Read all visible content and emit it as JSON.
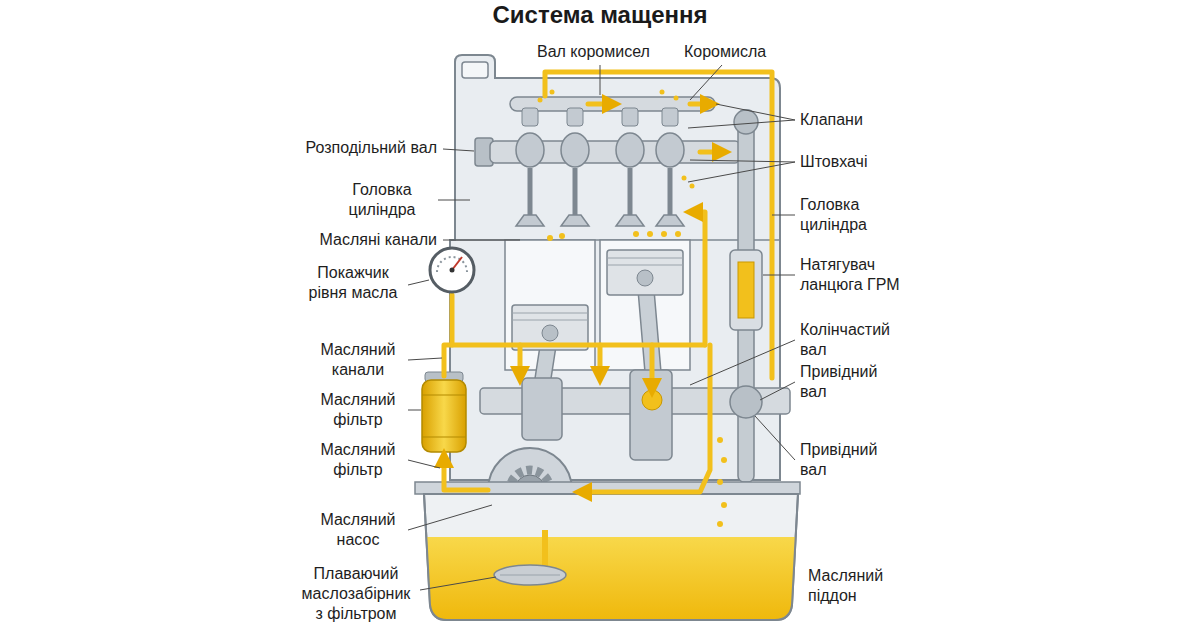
{
  "diagram": {
    "title": "Система мащення",
    "labels": [
      "Вал коромисел",
      "Коромисла",
      "Розподільний вал",
      "Головка циліндра",
      "Масляні канали",
      "Покажчик рівня масла",
      "Масляний канали",
      "Масляний фільтр",
      "Масляний фільтр",
      "Масляний насос",
      "Плаваючий маслозабірник з фільтром",
      "Клапани",
      "Штовхачі",
      "Головка циліндра",
      "Натягувач ланцюга ГРМ",
      "Колінчастий вал",
      "Привідний вал",
      "Привідний вал",
      "Масляний піддон"
    ]
  }
}
